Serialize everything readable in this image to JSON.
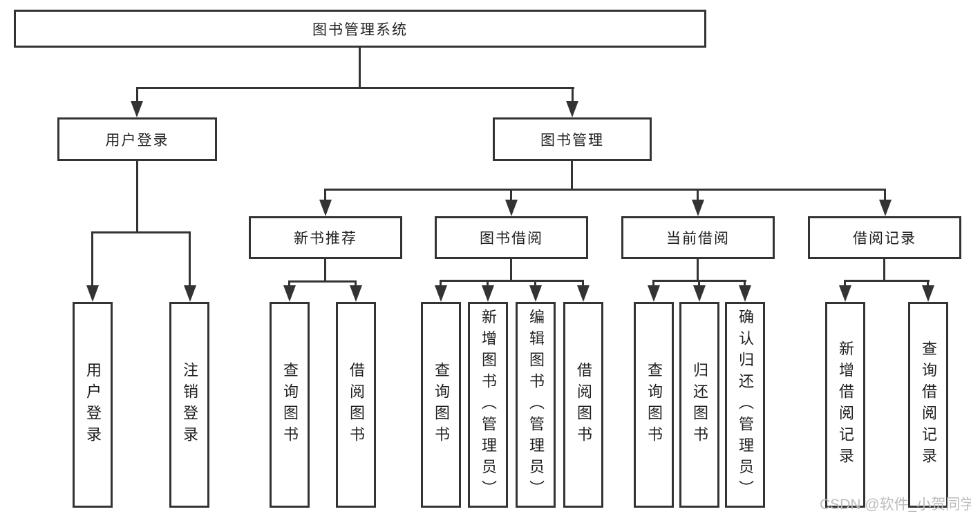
{
  "diagram": {
    "root": {
      "label": "图书管理系统"
    },
    "level2": [
      {
        "label": "用户登录"
      },
      {
        "label": "图书管理"
      }
    ],
    "level3": [
      {
        "label": "新书推荐"
      },
      {
        "label": "图书借阅"
      },
      {
        "label": "当前借阅"
      },
      {
        "label": "借阅记录"
      }
    ],
    "leaves": {
      "user_login": [
        "用户登录",
        "注销登录"
      ],
      "new_book_recommend": [
        "查询图书",
        "借阅图书"
      ],
      "book_borrow": [
        "查询图书",
        "新增图书（管理员）",
        "编辑图书（管理员）",
        "借阅图书"
      ],
      "current_borrow": [
        "查询图书",
        "归还图书",
        "确认归还（管理员）"
      ],
      "borrow_record": [
        "新增借阅记录",
        "查询借阅记录"
      ]
    },
    "line_color": "#333333",
    "box_border_color": "#333333",
    "background_color": "#ffffff"
  },
  "watermark": {
    "text": "CSDN @软件_小贺同学",
    "color": "#bcbcbc"
  }
}
